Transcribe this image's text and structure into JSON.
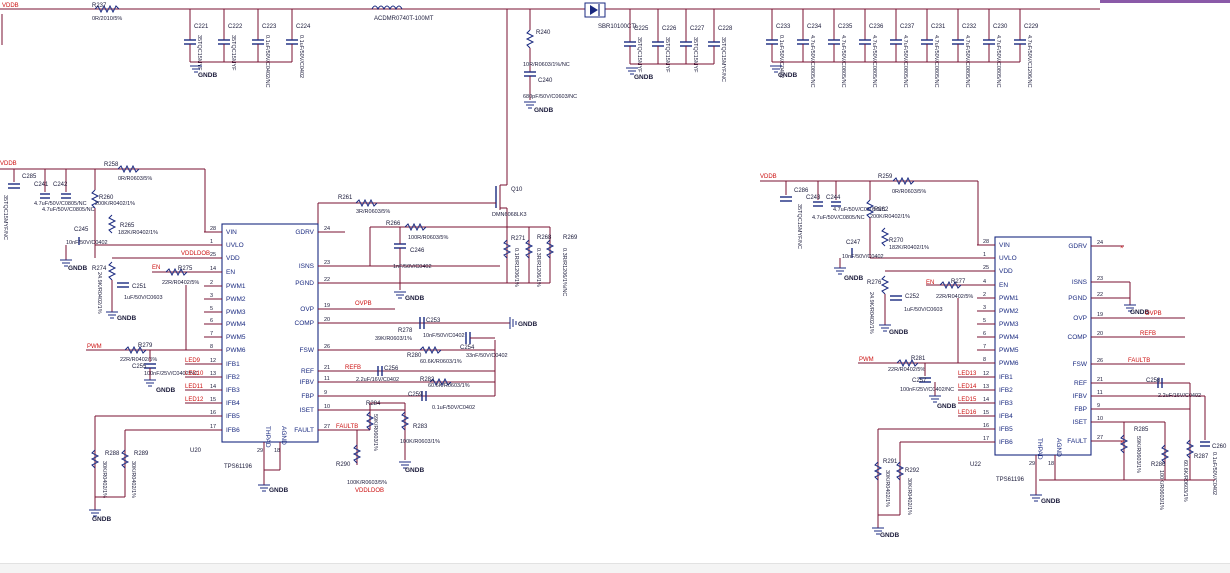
{
  "nets": {
    "vddb": "VDDB",
    "en": "EN",
    "vddldob": "VDDLDOB",
    "pwm": "PWM",
    "ovpb": "OVPB",
    "refb": "REFB",
    "faultb": "FAULTB",
    "led9": "LED9",
    "led10": "LED10",
    "led11": "LED11",
    "led12": "LED12",
    "led13": "LED13",
    "led14": "LED14",
    "led15": "LED15",
    "led16": "LED16",
    "gndb": "GNDB"
  },
  "top": {
    "r237": {
      "ref": "R237",
      "val": "0R/2010/5%"
    },
    "l": {
      "ref": "ACDMR0740T-100MT"
    },
    "d": {
      "ref": "SBR10100CTL"
    },
    "r240": {
      "ref": "R240",
      "val": "10R/R0603/1%/NC"
    },
    "c240": {
      "ref": "C240",
      "val": "680pF/50V/C0603/NC"
    },
    "caps_left": [
      {
        "ref": "C221",
        "val": "35TQC15MYF"
      },
      {
        "ref": "C222",
        "val": "35TQC15MYF"
      },
      {
        "ref": "C223",
        "val": "0.1uF/50V/C0402/NC"
      },
      {
        "ref": "C224",
        "val": "0.1uF/50V/C0402"
      }
    ],
    "caps_mid": [
      {
        "ref": "C225",
        "val": "35TQC15MYF"
      },
      {
        "ref": "C226",
        "val": "35TQC15MYF"
      },
      {
        "ref": "C227",
        "val": "35TQC15MYF"
      },
      {
        "ref": "C228",
        "val": "35TQC15MYF/NC"
      }
    ],
    "caps_right": [
      {
        "ref": "C233",
        "val": "0.1uF/50V/C0402"
      },
      {
        "ref": "C234",
        "val": "4.7uF/50V/C0805/NC"
      },
      {
        "ref": "C235",
        "val": "4.7uF/50V/C0805/NC"
      },
      {
        "ref": "C236",
        "val": "4.7uF/50V/C0805/NC"
      },
      {
        "ref": "C237",
        "val": "4.7uF/50V/C0805/NC"
      },
      {
        "ref": "C231",
        "val": "4.7uF/50V/C0805/NC"
      },
      {
        "ref": "C232",
        "val": "4.7uF/50V/C0805/NC"
      },
      {
        "ref": "C230",
        "val": "4.7uF/50V/C0805/NC"
      },
      {
        "ref": "C229",
        "val": "4.7uF/50V/C1206/NC"
      }
    ]
  },
  "u20": {
    "ref": "U20",
    "part": "TPS61196",
    "left_pins": [
      {
        "name": "VIN",
        "num": "28"
      },
      {
        "name": "UVLO",
        "num": "1"
      },
      {
        "name": "VDD",
        "num": "25"
      },
      {
        "name": "EN",
        "num": "14"
      },
      {
        "name": "PWM1",
        "num": "2"
      },
      {
        "name": "PWM2",
        "num": "3"
      },
      {
        "name": "PWM3",
        "num": "5"
      },
      {
        "name": "PWM4",
        "num": "6"
      },
      {
        "name": "PWM5",
        "num": "7"
      },
      {
        "name": "PWM6",
        "num": "8"
      },
      {
        "name": "IFB1",
        "num": "12"
      },
      {
        "name": "IFB2",
        "num": "13"
      },
      {
        "name": "IFB3",
        "num": "14"
      },
      {
        "name": "IFB4",
        "num": "15"
      },
      {
        "name": "IFB5",
        "num": "16"
      },
      {
        "name": "IFB6",
        "num": "17"
      }
    ],
    "right_pins": [
      {
        "name": "GDRV",
        "num": "24"
      },
      {
        "name": "ISNS",
        "num": "23"
      },
      {
        "name": "PGND",
        "num": "22"
      },
      {
        "name": "OVP",
        "num": "19"
      },
      {
        "name": "COMP",
        "num": "20"
      },
      {
        "name": "FSW",
        "num": "26"
      },
      {
        "name": "REF",
        "num": "21"
      },
      {
        "name": "IFBV",
        "num": "11"
      },
      {
        "name": "FBP",
        "num": "9"
      },
      {
        "name": "ISET",
        "num": "10"
      },
      {
        "name": "FAULT",
        "num": "27"
      }
    ],
    "bottom_pins": [
      {
        "name": "THPAD",
        "num": "29"
      },
      {
        "name": "AGND",
        "num": "18"
      }
    ]
  },
  "u22": {
    "ref": "U22",
    "part": "TPS61196",
    "left_pins": [
      {
        "name": "VIN",
        "num": "28"
      },
      {
        "name": "UVLO",
        "num": "1"
      },
      {
        "name": "VDD",
        "num": "25"
      },
      {
        "name": "EN",
        "num": "4"
      },
      {
        "name": "PWM1",
        "num": "2"
      },
      {
        "name": "PWM2",
        "num": "3"
      },
      {
        "name": "PWM3",
        "num": "5"
      },
      {
        "name": "PWM4",
        "num": "6"
      },
      {
        "name": "PWM5",
        "num": "7"
      },
      {
        "name": "PWM6",
        "num": "8"
      },
      {
        "name": "IFB1",
        "num": "12"
      },
      {
        "name": "IFB2",
        "num": "13"
      },
      {
        "name": "IFB3",
        "num": "14"
      },
      {
        "name": "IFB4",
        "num": "15"
      },
      {
        "name": "IFB5",
        "num": "16"
      },
      {
        "name": "IFB6",
        "num": "17"
      }
    ],
    "right_pins": [
      {
        "name": "GDRV",
        "num": "24"
      },
      {
        "name": "ISNS",
        "num": "23"
      },
      {
        "name": "PGND",
        "num": "22"
      },
      {
        "name": "OVP",
        "num": "19"
      },
      {
        "name": "COMP",
        "num": "20"
      },
      {
        "name": "FSW",
        "num": "26"
      },
      {
        "name": "REF",
        "num": "21"
      },
      {
        "name": "IFBV",
        "num": "11"
      },
      {
        "name": "FBP",
        "num": "9"
      },
      {
        "name": "ISET",
        "num": "10"
      },
      {
        "name": "FAULT",
        "num": "27"
      }
    ],
    "bottom_pins": [
      {
        "name": "THPAD",
        "num": "29"
      },
      {
        "name": "AGND",
        "num": "18"
      }
    ]
  },
  "left_parts": {
    "r258": {
      "ref": "R258",
      "val": "0R/R0603/5%"
    },
    "c285": {
      "ref": "C285",
      "val": "35TQC15MYF/NC"
    },
    "c241": {
      "ref": "C241",
      "val": "4.7uF/50V/C0805/NC"
    },
    "c242": {
      "ref": "C242",
      "val": "4.7uF/50V/C0805/NC"
    },
    "r260": {
      "ref": "R260",
      "val": "200K/R0402/1%"
    },
    "r265": {
      "ref": "R265",
      "val": "182K/R0402/1%"
    },
    "c245": {
      "ref": "C245",
      "val": "10nF/50V/C0402"
    },
    "r274": {
      "ref": "R274",
      "val": "24.9K/R0402/1%"
    },
    "c251": {
      "ref": "C251",
      "val": "1uF/50V/C0603"
    },
    "r275": {
      "ref": "R275",
      "val": "22R/R0402/5%"
    },
    "r279": {
      "ref": "R279",
      "val": "22R/R0402/5%"
    },
    "c255": {
      "ref": "C255",
      "val": "100nF/25V/C0402/NC"
    },
    "r288": {
      "ref": "R288",
      "val": "30K/R0402/1%"
    },
    "r289": {
      "ref": "R289",
      "val": "30K/R0402/1%"
    }
  },
  "mid_parts": {
    "q10": {
      "ref": "Q10",
      "val": "DMN6068LK3"
    },
    "r261": {
      "ref": "R261",
      "val": "3R/R0603/5%"
    },
    "r266": {
      "ref": "R266",
      "val": "100R/R0603/5%"
    },
    "c246": {
      "ref": "C246",
      "val": "1nF/50V/C0402"
    },
    "r271": {
      "ref": "R271",
      "val": "0.1R/R1206/1%"
    },
    "r268": {
      "ref": "R268",
      "val": "0.3R/R1206/1%"
    },
    "r269": {
      "ref": "R269",
      "val": "0.3R/R1206/1%/NC"
    },
    "c253": {
      "ref": "C253",
      "val": "10nF/50V/C0402"
    },
    "r278": {
      "ref": "R278",
      "val": "39K/R0603/1%"
    },
    "c254": {
      "ref": "C254",
      "val": "33nF/50V/C0402"
    },
    "r280": {
      "ref": "R280",
      "val": "60.6K/R0603/1%"
    },
    "c256": {
      "ref": "C256",
      "val": "2.2uF/16V/C0402"
    },
    "r282": {
      "ref": "R282",
      "val": "60.6K/R0603/1%"
    },
    "c259": {
      "ref": "C259",
      "val": "0.1uF/50V/C0402"
    },
    "r284": {
      "ref": "R284",
      "val": "59K/R0603/1%"
    },
    "r283": {
      "ref": "R283",
      "val": "100K/R0603/1%"
    },
    "r290": {
      "ref": "R290",
      "val": "100K/R0603/5%"
    }
  },
  "right_parts": {
    "r259": {
      "ref": "R259",
      "val": "0R/R0603/5%"
    },
    "c286": {
      "ref": "C286",
      "val": "35TQC15MYF/NC"
    },
    "c243": {
      "ref": "C243",
      "val": "4.7uF/50V/C0805/NC"
    },
    "c244": {
      "ref": "C244",
      "val": "4.7uF/50V/C0805/NC"
    },
    "r262": {
      "ref": "R262",
      "val": "200K/R0402/1%"
    },
    "r270": {
      "ref": "R270",
      "val": "182K/R0402/1%"
    },
    "c247": {
      "ref": "C247",
      "val": "10nF/50V/C0402"
    },
    "r276": {
      "ref": "R276",
      "val": "24.9K/R0402/1%"
    },
    "c252": {
      "ref": "C252",
      "val": "1uF/50V/C0603"
    },
    "r277": {
      "ref": "R277",
      "val": "22R/R0402/5%"
    },
    "r281": {
      "ref": "R281",
      "val": "22R/R0402/5%"
    },
    "c257": {
      "ref": "C257",
      "val": "100nF/25V/C0402/NC"
    },
    "c258": {
      "ref": "C258",
      "val": "2.2uF/16V/C0402"
    },
    "c260": {
      "ref": "C260",
      "val": "0.1uF/50V/C0402"
    },
    "r285": {
      "ref": "R285",
      "val": "59K/R0603/1%"
    },
    "r286": {
      "ref": "R286",
      "val": "100K/R0603/1%"
    },
    "r287": {
      "ref": "R287",
      "val": "60.6K/R0603/1%"
    },
    "r291": {
      "ref": "R291",
      "val": "30K/R0402/1%"
    },
    "r292": {
      "ref": "R292",
      "val": "30K/R0402/1%"
    }
  }
}
